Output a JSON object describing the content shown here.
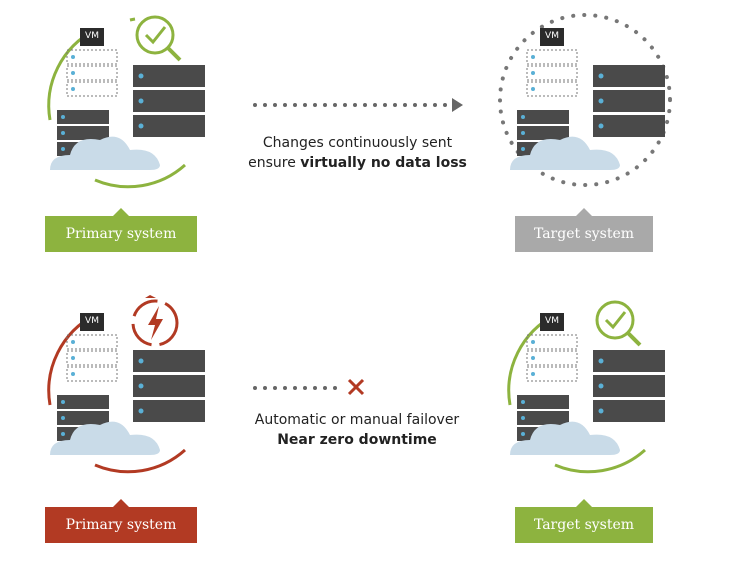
{
  "colors": {
    "green": "#8db33f",
    "red": "#b23a23",
    "gray": "#a9a9a9",
    "server": "#4a4a4a",
    "cloud": "#c9dbe8"
  },
  "panels": {
    "top_left": {
      "vm_text": "VM",
      "icon": "check-icon",
      "ring": "green",
      "label": "Primary system",
      "label_color": "green"
    },
    "top_right": {
      "vm_text": "VM",
      "icon": "none",
      "ring": "dotted-gray",
      "label": "Target system",
      "label_color": "gray"
    },
    "bottom_left": {
      "vm_text": "VM",
      "icon": "lightning-refresh-icon",
      "ring": "red",
      "label": "Primary system",
      "label_color": "red"
    },
    "bottom_right": {
      "vm_text": "VM",
      "icon": "check-icon",
      "ring": "green",
      "label": "Target system",
      "label_color": "green"
    }
  },
  "middle": {
    "top": {
      "line1": "Changes continuously sent",
      "line2_prefix": "ensure ",
      "line2_bold": "virtually no data loss"
    },
    "bottom": {
      "line1": "Automatic or manual failover",
      "line2_bold": "Near zero downtime"
    }
  }
}
